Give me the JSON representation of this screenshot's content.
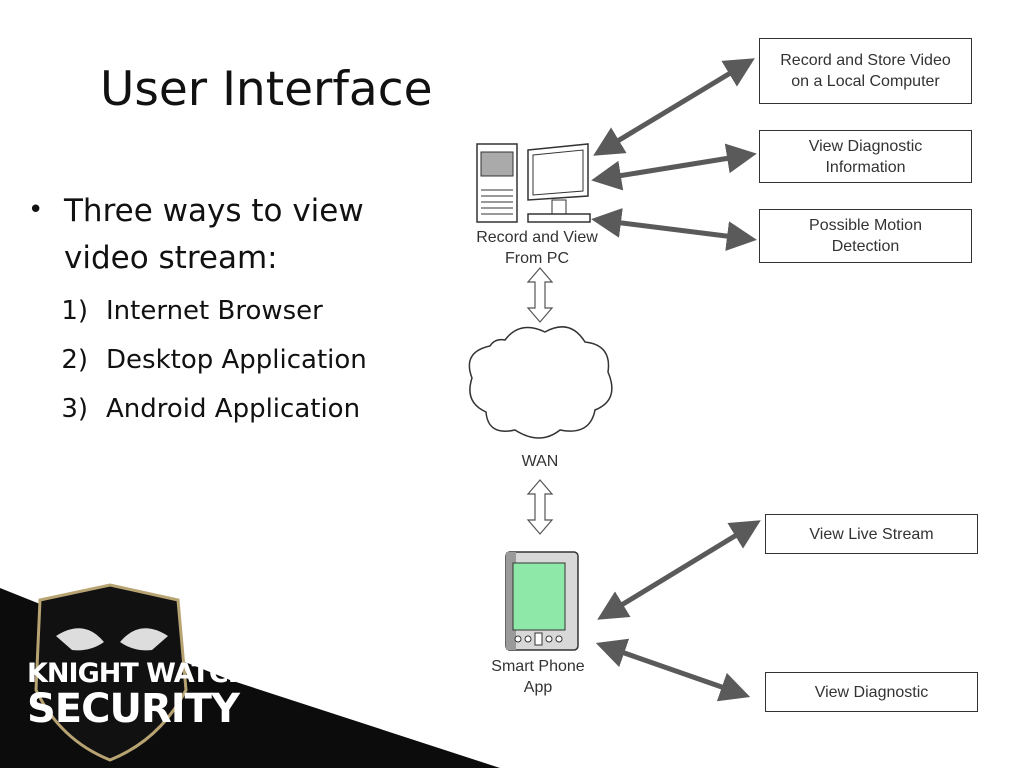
{
  "slide": {
    "title": "User Interface",
    "bullet": "Three ways to view video stream:",
    "options": [
      {
        "num": "1)",
        "label": "Internet Browser"
      },
      {
        "num": "2)",
        "label": "Desktop Application"
      },
      {
        "num": "3)",
        "label": "Android Application"
      }
    ]
  },
  "diagram": {
    "pc_label": "Record and View\nFrom PC",
    "wan_label": "WAN",
    "phone_label": "Smart Phone\nApp",
    "pc_features": [
      "Record and Store Video\non a Local Computer",
      "View Diagnostic\nInformation",
      "Possible Motion\nDetection"
    ],
    "phone_features": [
      "View Live Stream",
      "View Diagnostic"
    ]
  },
  "logo": {
    "line1": "KNIGHT WATCH",
    "line2": "SECURITY"
  },
  "colors": {
    "arrow": "#5a5a5a",
    "logo_black": "#0c0c0c",
    "logo_gold": "#b8a473",
    "phone_screen": "#8ee8a8"
  }
}
